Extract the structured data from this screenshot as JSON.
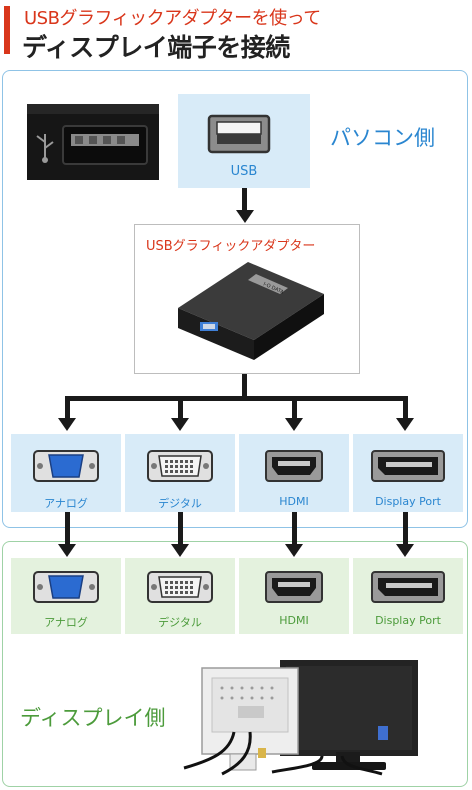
{
  "header": {
    "subtitle": "USBグラフィックアダプターを使って",
    "title": "ディスプレイ端子を接続"
  },
  "pc_side": {
    "label": "パソコン側",
    "usb_label": "USB"
  },
  "adapter": {
    "label": "USBグラフィックアダプター",
    "device_brand": "I-O DATA"
  },
  "ports": [
    {
      "label": "アナログ",
      "icon": "vga-port-icon"
    },
    {
      "label": "デジタル",
      "icon": "dvi-port-icon"
    },
    {
      "label": "HDMI",
      "icon": "hdmi-port-icon"
    },
    {
      "label": "Display Port",
      "icon": "displayport-icon"
    }
  ],
  "display_side": {
    "label": "ディスプレイ側"
  },
  "colors": {
    "header_accent": "#d9361b",
    "pc_blue": "#2a86d0",
    "pc_tile": "#d8ebf8",
    "display_green": "#4c9b3b",
    "display_tile": "#e4f2de"
  }
}
